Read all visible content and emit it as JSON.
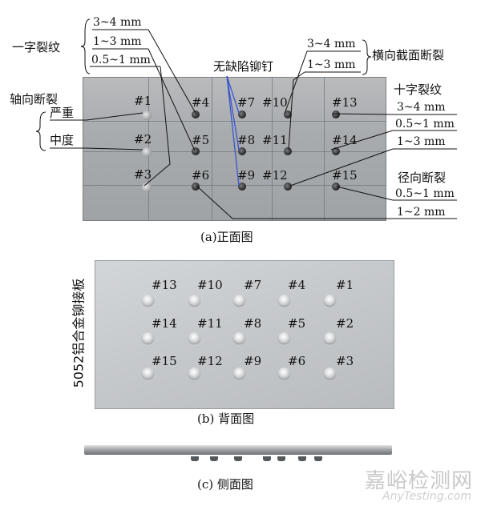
{
  "front": {
    "caption": "(a)正面图",
    "labels": {
      "linear_crack": "一字裂纹",
      "axial_fracture": "轴向断裂",
      "severe": "严重",
      "moderate": "中度",
      "no_defect": "无缺陷铆钉",
      "transverse_fracture": "横向截面断裂",
      "cross_crack": "十字裂纹",
      "radial_fracture": "径向断裂"
    },
    "left_sizes": [
      "3~4 mm",
      "1~3 mm",
      "0.5~1 mm"
    ],
    "transverse_sizes": [
      "3~4 mm",
      "1~3 mm"
    ],
    "cross_sizes": [
      "3~4 mm",
      "0.5~1 mm",
      "1~3 mm"
    ],
    "radial_sizes": [
      "0.5~1 mm",
      "1~2 mm"
    ],
    "rivets": [
      "#1",
      "#2",
      "#3",
      "#4",
      "#5",
      "#6",
      "#7",
      "#8",
      "#9",
      "#10",
      "#11",
      "#12",
      "#13",
      "#14",
      "#15"
    ]
  },
  "back": {
    "caption": "(b) 背面图",
    "plate_label": "5052铝合金铆接板",
    "rows": [
      [
        "#13",
        "#10",
        "#7",
        "#4",
        "#1"
      ],
      [
        "#14",
        "#11",
        "#8",
        "#5",
        "#2"
      ],
      [
        "#15",
        "#12",
        "#9",
        "#6",
        "#3"
      ]
    ]
  },
  "side": {
    "caption": "(c) 侧面图"
  },
  "watermark": {
    "cn": "嘉峪检测网",
    "en": "AnyTesting.com"
  },
  "colors": {
    "leader_blue": "#3a55c8",
    "leader_black": "#111111"
  }
}
